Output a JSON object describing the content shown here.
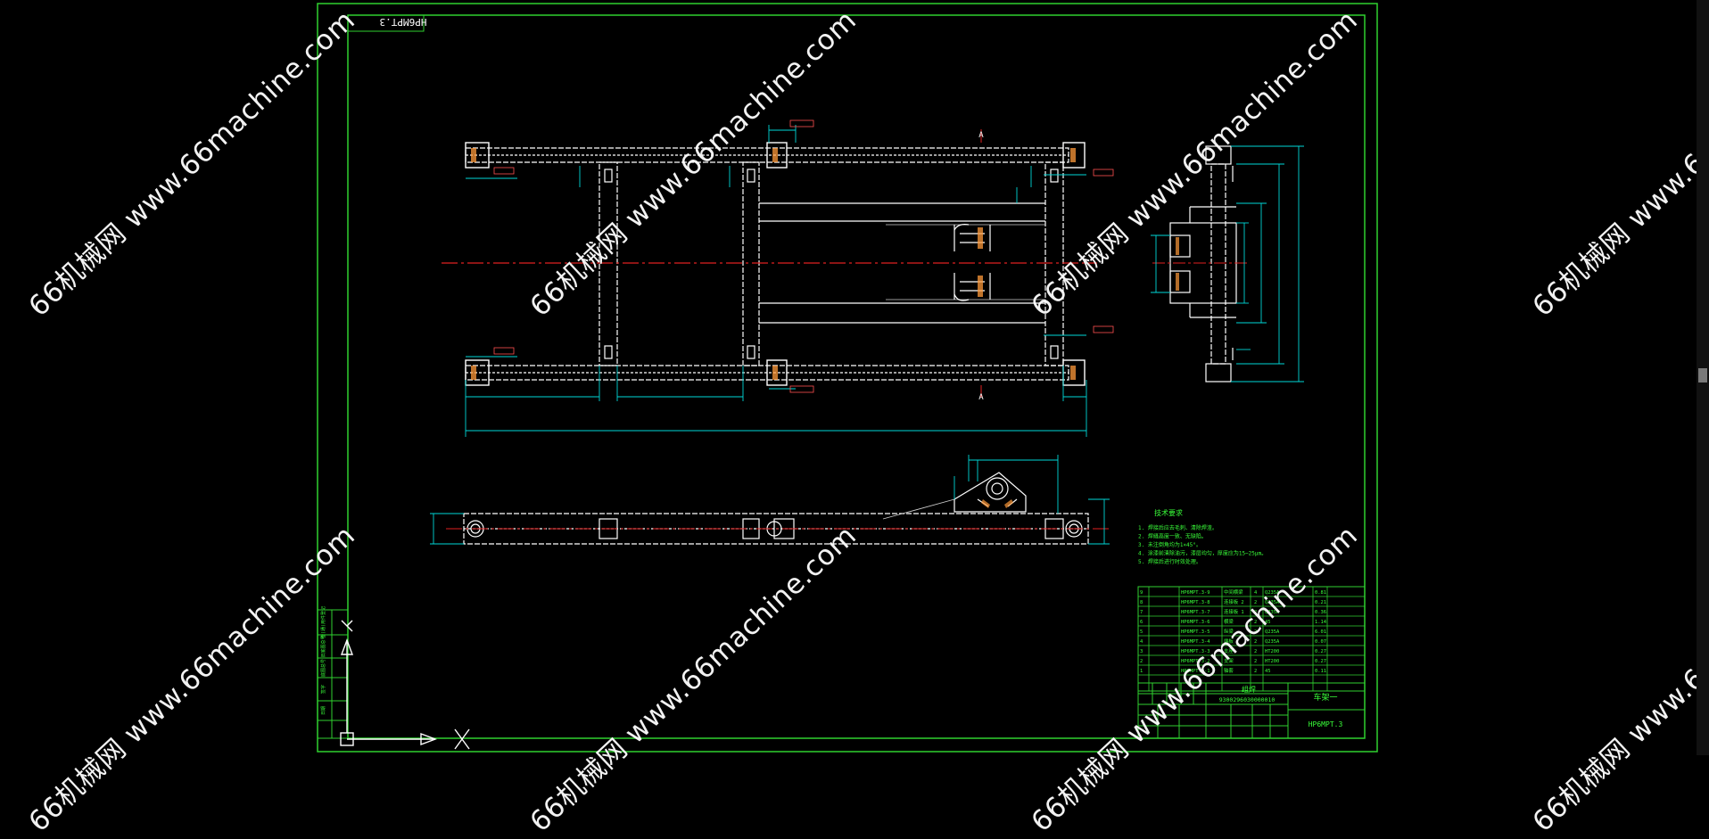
{
  "drawing": {
    "code_box": "HP6MPT.3",
    "part_code": "HP6MPT.3",
    "section_marker": "A",
    "tech_req_title": "技术要求",
    "tech_reqs": [
      "1. 焊接后应去毛刺、清除焊渣。",
      "2. 焊缝高度一致、无缺陷。",
      "3. 未注倒角均为1×45°。",
      "4. 涂漆前清除油污，漆层均匀，厚度应为15~25μm。",
      "5. 焊接后进行时效处理。"
    ],
    "title_block": {
      "material": "组焊",
      "drawing_no": "9300296030000010",
      "name": "车架一",
      "code": "HP6MPT.3"
    },
    "bom_rows": [
      {
        "no": "9",
        "code": "HP6MPT.3-9",
        "name": "中间横梁",
        "qty": "4",
        "mat": "Q235A",
        "w": "0.81"
      },
      {
        "no": "8",
        "code": "HP6MPT.3-8",
        "name": "连接板 2",
        "qty": "2",
        "mat": "Q235A",
        "w": "0.21"
      },
      {
        "no": "7",
        "code": "HP6MPT.3-7",
        "name": "连接板 1",
        "qty": "2",
        "mat": "Q235A",
        "w": "0.36"
      },
      {
        "no": "6",
        "code": "HP6MPT.3-6",
        "name": "横梁",
        "qty": "2",
        "mat": "45",
        "w": "1.14"
      },
      {
        "no": "5",
        "code": "HP6MPT.3-5",
        "name": "纵梁",
        "qty": "2",
        "mat": "Q235A",
        "w": "6.01"
      },
      {
        "no": "4",
        "code": "HP6MPT.3-4",
        "name": "端板",
        "qty": "2",
        "mat": "Q235A",
        "w": "0.07"
      },
      {
        "no": "3",
        "code": "HP6MPT.3-3",
        "name": "支座",
        "qty": "2",
        "mat": "HT200",
        "w": "0.27"
      },
      {
        "no": "2",
        "code": "HP6MPT.3-2",
        "name": "支架",
        "qty": "2",
        "mat": "HT200",
        "w": "0.27"
      },
      {
        "no": "1",
        "code": "HP6MPT.3-1",
        "name": "轴套",
        "qty": "2",
        "mat": "45",
        "w": "0.11"
      }
    ],
    "left_strip": [
      "借(通)用件登记",
      "旧底图总号",
      "底图总号",
      "签字",
      "日期"
    ]
  },
  "watermark": "66机械网 www.66machine.com",
  "colors": {
    "background": "#000000",
    "frame": "#2fd12f",
    "geometry": "#ffffff",
    "dimension": "#00d7d7",
    "centerline": "#e02020",
    "note": "#39ff39",
    "hatch": "#ff9a3a"
  }
}
